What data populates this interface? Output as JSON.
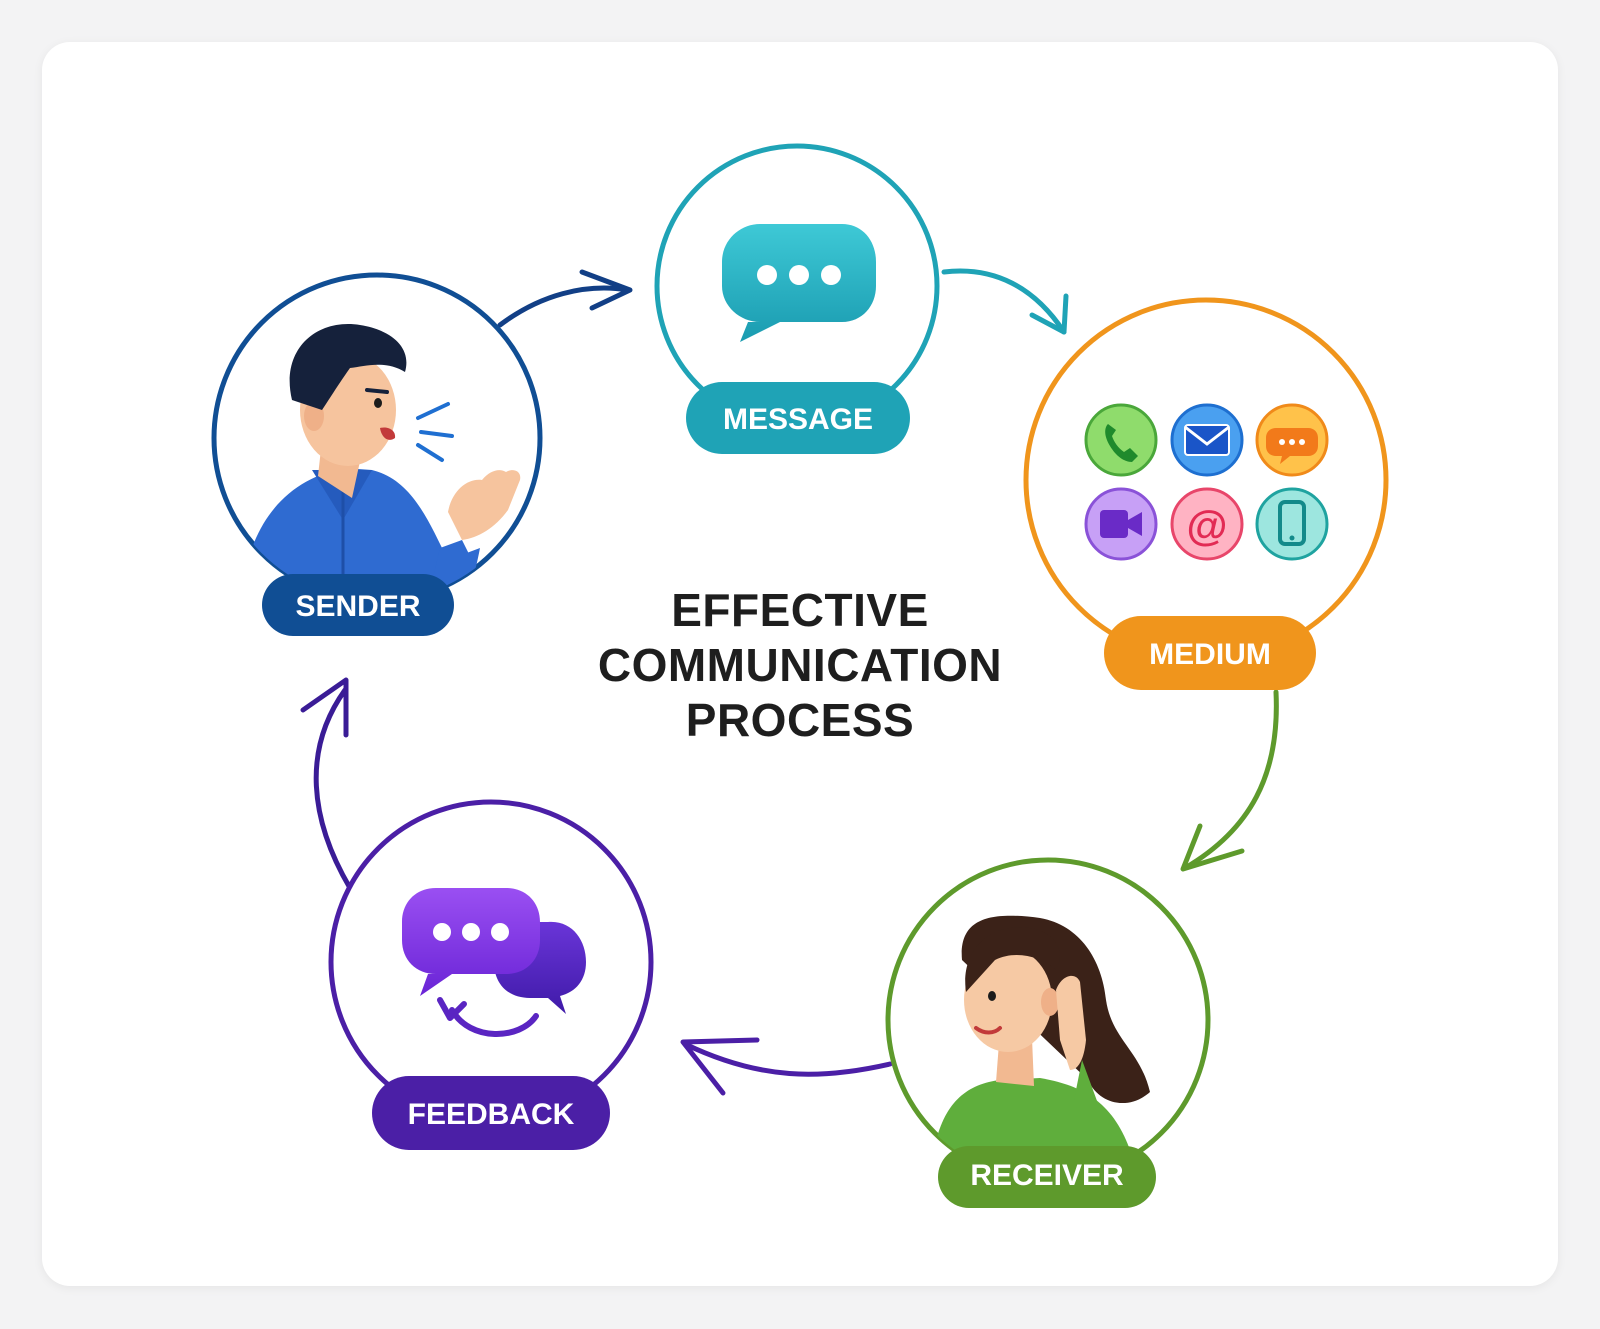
{
  "title": {
    "line1": "EFFECTIVE",
    "line2": "COMMUNICATION",
    "line3": "PROCESS"
  },
  "stages": {
    "sender": {
      "label": "SENDER",
      "color": "#104e94",
      "icon": "speaking-man-icon"
    },
    "message": {
      "label": "MESSAGE",
      "color": "#1fa3b6",
      "icon": "speech-bubble-icon"
    },
    "medium": {
      "label": "MEDIUM",
      "color": "#f0951c",
      "icons": [
        "phone-icon",
        "mail-icon",
        "chat-icon",
        "video-icon",
        "at-sign-icon",
        "mobile-icon"
      ]
    },
    "receiver": {
      "label": "RECEIVER",
      "color": "#5e9a2c",
      "icon": "listening-woman-icon"
    },
    "feedback": {
      "label": "FEEDBACK",
      "color": "#4b1fa6",
      "icon": "feedback-chat-icon"
    }
  }
}
